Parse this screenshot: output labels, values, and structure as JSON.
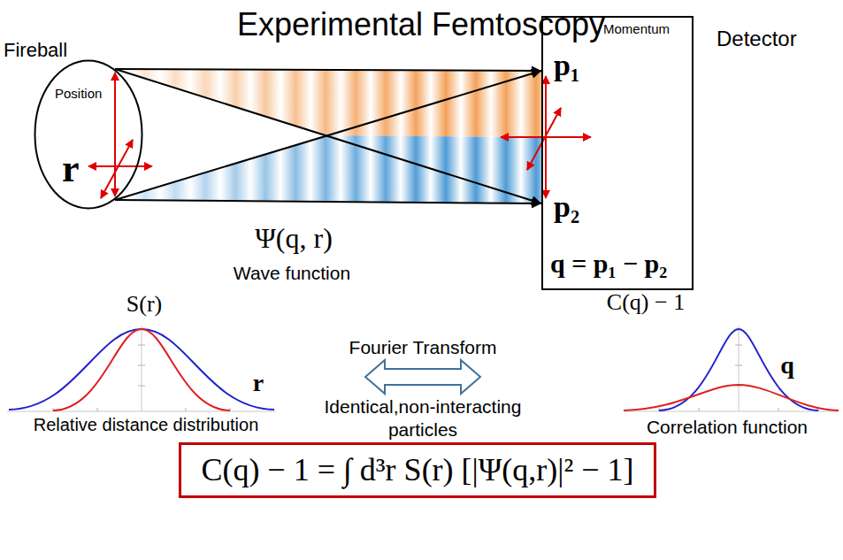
{
  "diagram": {
    "title": "Experimental Femtoscopy",
    "nodes": [
      {
        "text": [
          "Fireball",
          "Position",
          "r"
        ]
      },
      {
        "text": [
          "Detector",
          "Momentum",
          "p₁",
          "p₂",
          "q = p₁ − p₂"
        ]
      },
      {
        "text": [
          "C(q) − 1 = ∫ d³r S(r) [|Ψ(q,r)|² − 1]"
        ]
      }
    ],
    "edges": [
      {
        "from": 0,
        "to": 1,
        "arrow": "to"
      },
      {
        "from": 0,
        "to": 1,
        "arrow": "to"
      },
      {
        "from": 0,
        "to": 1,
        "arrow": "to"
      },
      {
        "from": 0,
        "to": 1,
        "arrow": "to"
      }
    ],
    "labels": [
      "Ψ(q, r)",
      "Wave function",
      "S(r)",
      "r",
      "Relative distance distribution",
      "Fourier Transform",
      "Identical,non-interacting particles",
      "C(q) − 1",
      "q",
      "Correlation function"
    ]
  }
}
